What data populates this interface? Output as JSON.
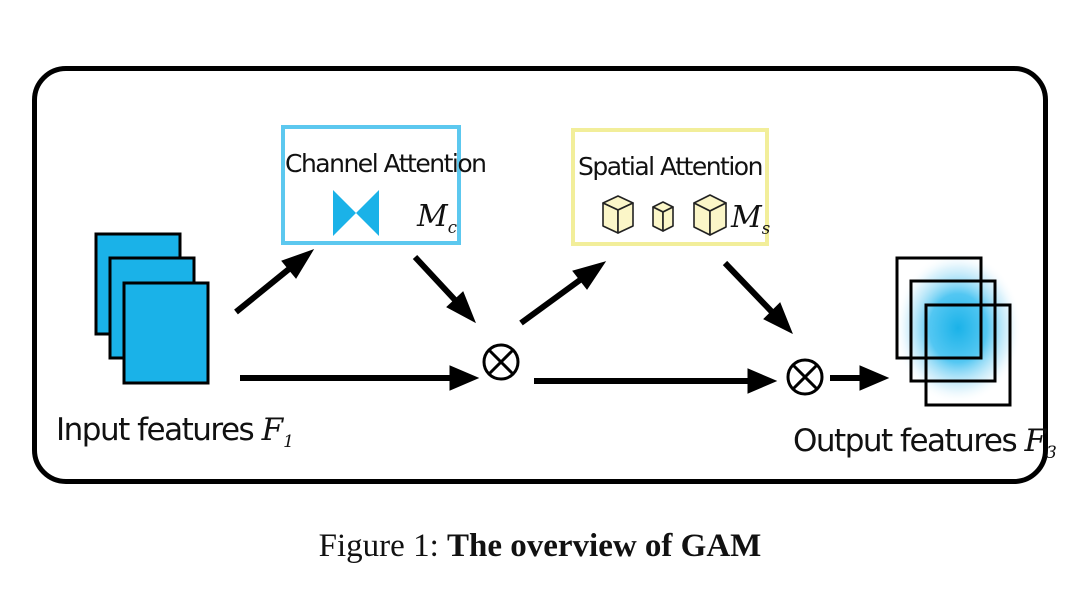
{
  "diagram": {
    "channel_module": {
      "title": "Channel Attention",
      "symbol": "M",
      "symbol_sub": "c",
      "accent": "#5cc8ef"
    },
    "spatial_module": {
      "title": "Spatial Attention",
      "symbol": "M",
      "symbol_sub": "s",
      "accent": "#f2ee9a"
    },
    "input": {
      "label": "Input features",
      "symbol": "F",
      "symbol_sub": "1"
    },
    "output": {
      "label": "Output features",
      "symbol": "F",
      "symbol_sub": "3"
    },
    "operator_symbol": "⊗",
    "feature_color": "#1ab2e8"
  },
  "caption": {
    "prefix": "Figure 1:",
    "title": "The overview of GAM"
  }
}
